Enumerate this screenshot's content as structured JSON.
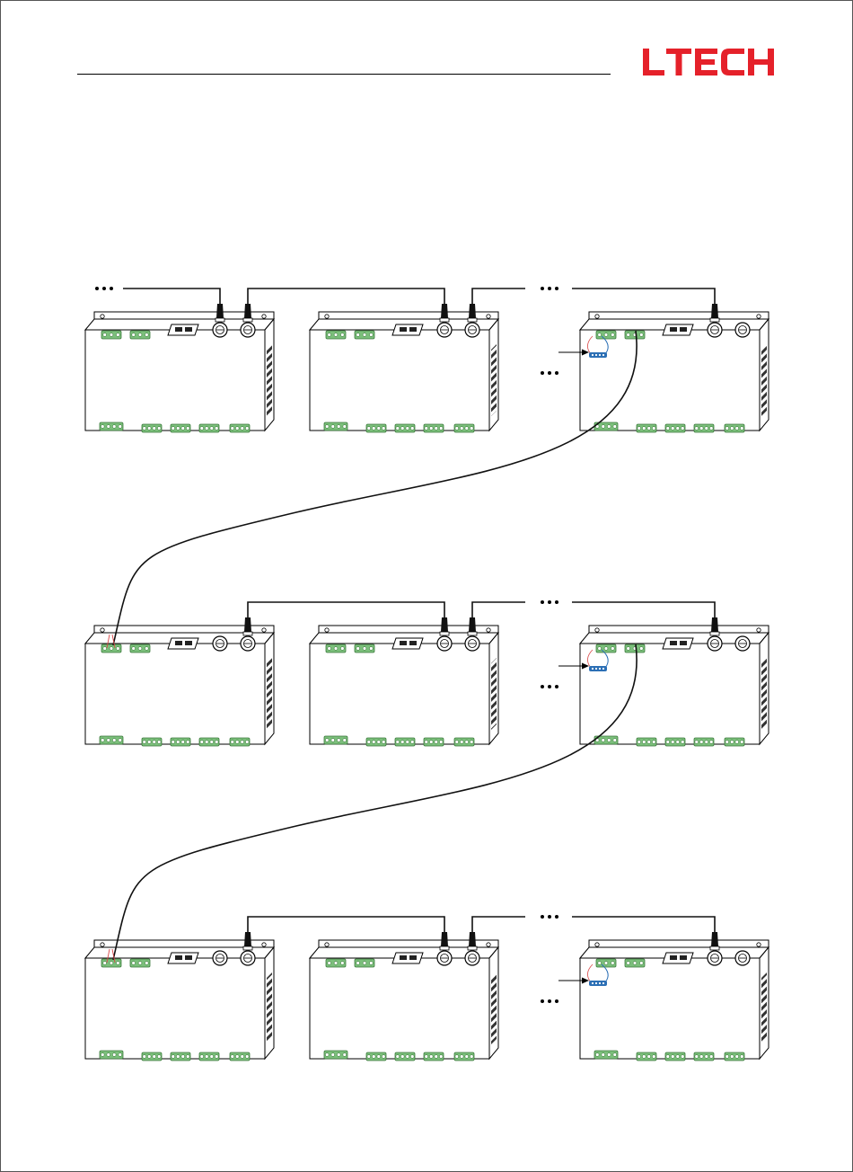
{
  "brand": {
    "logo_text": "LTECH",
    "color": "#e5212a"
  },
  "colors": {
    "terminal": "#7bbf7b",
    "terminal_dark": "#3d7a3d",
    "wire": "#111111",
    "jumper": "#2b6fb5",
    "jumper_wire": "#d94a4a"
  },
  "icons": {
    "continuation": "ellipsis-icon",
    "indicator": "arrow-icon"
  },
  "diagram": {
    "rows": 3,
    "units_per_row": 3
  }
}
